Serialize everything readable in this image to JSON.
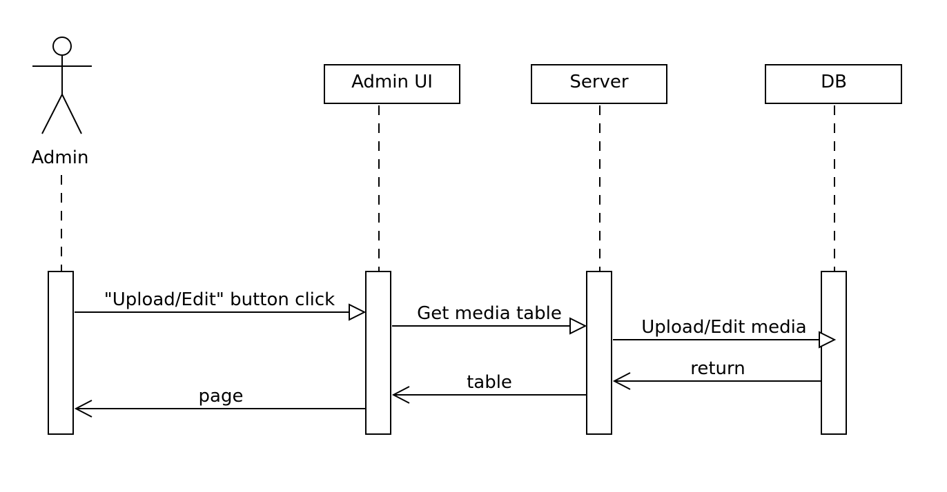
{
  "diagram": {
    "type": "sequence",
    "actor": {
      "label": "Admin"
    },
    "lifelines": [
      {
        "id": "admin_ui",
        "label": "Admin UI"
      },
      {
        "id": "server",
        "label": "Server"
      },
      {
        "id": "db",
        "label": "DB"
      }
    ],
    "messages": [
      {
        "from": "admin",
        "to": "admin_ui",
        "label": "\"Upload/Edit\" button click",
        "kind": "call"
      },
      {
        "from": "admin_ui",
        "to": "server",
        "label": "Get media table",
        "kind": "call"
      },
      {
        "from": "server",
        "to": "db",
        "label": "Upload/Edit media",
        "kind": "call"
      },
      {
        "from": "db",
        "to": "server",
        "label": "return",
        "kind": "return"
      },
      {
        "from": "server",
        "to": "admin_ui",
        "label": "table",
        "kind": "return"
      },
      {
        "from": "admin_ui",
        "to": "admin",
        "label": "page",
        "kind": "return"
      }
    ]
  },
  "colors": {
    "stroke": "#000000",
    "fill": "#ffffff",
    "text": "#000000"
  }
}
